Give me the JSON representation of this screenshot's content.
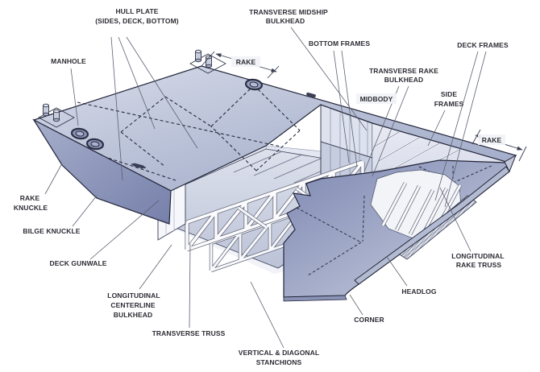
{
  "diagram": {
    "background": "#ffffff",
    "colors": {
      "deck": "#b9c1d7",
      "deck_highlight": "#d6dbe8",
      "hull_side": "#8d97bd",
      "rake_slope_dark": "#7f89b2",
      "rake_slope_light": "#cfd4e3",
      "interior_light": "#e9ecf4",
      "floor": "#c8cedd",
      "truss_white": "#fbfbfd",
      "outline": "#23263a",
      "leader": "#5c6170",
      "label_text": "#2c2c34",
      "label_background": "#f2f3f7"
    },
    "labels": {
      "hull_plate": {
        "lines": [
          "HULL PLATE",
          "(SIDES, DECK, BOTTOM)"
        ]
      },
      "manhole": {
        "lines": [
          "MANHOLE"
        ]
      },
      "rake_dimension_top": {
        "lines": [
          "RAKE"
        ]
      },
      "transverse_midship_bulkhead": {
        "lines": [
          "TRANSVERSE MIDSHIP",
          "BULKHEAD"
        ]
      },
      "bottom_frames": {
        "lines": [
          "BOTTOM FRAMES"
        ]
      },
      "deck_frames": {
        "lines": [
          "DECK FRAMES"
        ]
      },
      "transverse_rake_bulkhead": {
        "lines": [
          "TRANSVERSE RAKE",
          "BULKHEAD"
        ]
      },
      "midbody": {
        "lines": [
          "MIDBODY"
        ]
      },
      "side_frames": {
        "lines": [
          "SIDE",
          "FRAMES"
        ]
      },
      "rake_dimension_right": {
        "lines": [
          "RAKE"
        ]
      },
      "rake_knuckle": {
        "lines": [
          "RAKE",
          "KNUCKLE"
        ]
      },
      "bilge_knuckle": {
        "lines": [
          "BILGE KNUCKLE"
        ]
      },
      "deck_gunwale": {
        "lines": [
          "DECK GUNWALE"
        ]
      },
      "longitudinal_centerline_bulkhead": {
        "lines": [
          "LONGITUDINAL",
          "CENTERLINE",
          "BULKHEAD"
        ]
      },
      "transverse_truss": {
        "lines": [
          "TRANSVERSE TRUSS"
        ]
      },
      "vertical_diagonal_stanchions": {
        "lines": [
          "VERTICAL & DIAGONAL",
          "STANCHIONS"
        ]
      },
      "longitudinal_rake_truss": {
        "lines": [
          "LONGITUDINAL",
          "RAKE TRUSS"
        ]
      },
      "headlog": {
        "lines": [
          "HEADLOG"
        ]
      },
      "corner": {
        "lines": [
          "CORNER"
        ]
      }
    }
  }
}
